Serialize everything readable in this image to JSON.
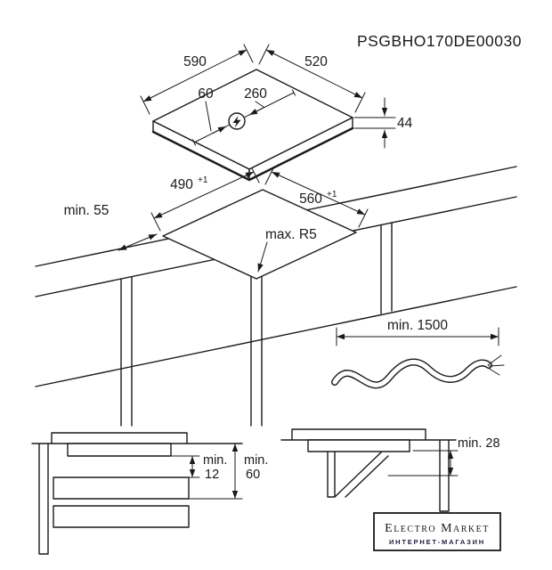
{
  "product_code": "PSGBHO170DE00030",
  "hob": {
    "width_mm": "590",
    "depth_mm": "520",
    "connection_offset_a": "60",
    "connection_offset_b": "260",
    "height_mm": "44"
  },
  "cutout": {
    "width_mm": "490",
    "width_tolerance": "+1",
    "depth_mm": "560",
    "depth_tolerance": "+1",
    "front_clearance": "min. 55",
    "corner_radius": "max. R5"
  },
  "cable": {
    "length": "min. 1500"
  },
  "clearance_left": {
    "label1": "min.",
    "value1": "12",
    "label2": "min.",
    "value2": "60"
  },
  "clearance_right": {
    "label": "min. 28"
  },
  "logo": {
    "title": "Electro Market",
    "subtitle": "ИНТЕРНЕТ-МАГАЗИН"
  },
  "colors": {
    "line": "#1a1a1a",
    "background": "#ffffff"
  }
}
